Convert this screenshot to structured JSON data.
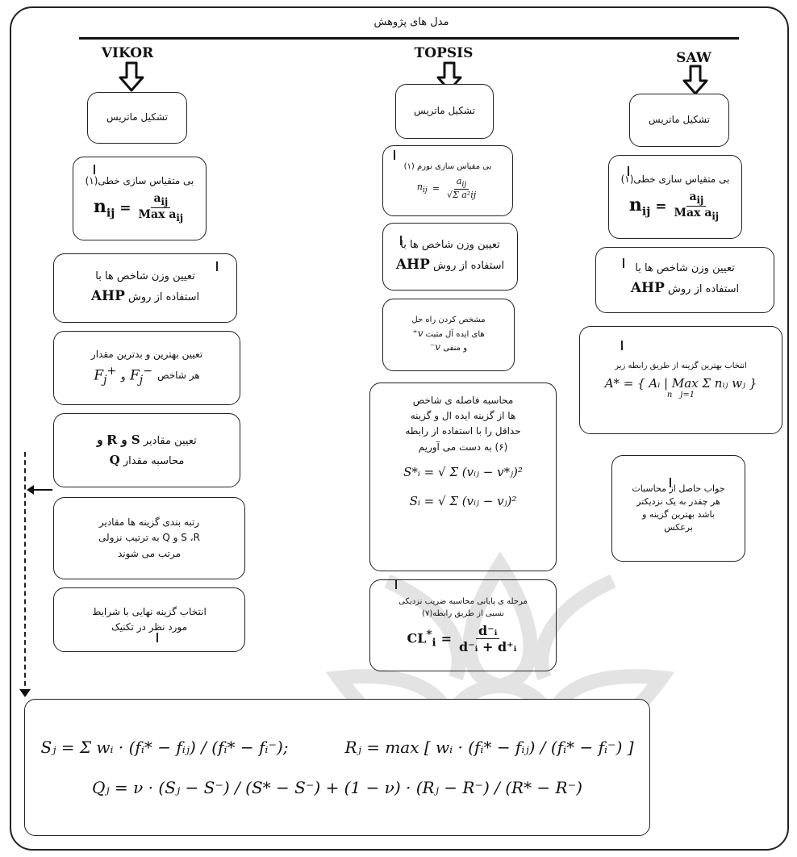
{
  "title": "مدل های پژوهش",
  "methods": {
    "vikor": "VIKOR",
    "topsis": "TOPSIS",
    "saw": "SAW"
  },
  "vikor": {
    "b1": "تشکیل ماتریس",
    "b2_text": "بی متقیاس سازی خطی(۱)",
    "b2_formula": {
      "lhs": "n",
      "lhs_sub": "ij",
      "eq": "=",
      "num": "a",
      "num_sub": "ij",
      "den": "Max a",
      "den_sub": "ij"
    },
    "b3_line1": "تعیین وزن شاخص ها با",
    "b3_line2a": "استفاده از  روش",
    "b3_line2b": "AHP",
    "b4_line1": "تعیین بهترین و بدترین مقدار",
    "b4_line2": "هر شاخص",
    "b4_formula": "F_j^+ و F_j^-",
    "b4_f1": "F",
    "b4_f1_sub": "j",
    "b4_f1_sup": "+",
    "b4_and": "و",
    "b4_f2": "F",
    "b4_f2_sub": "j",
    "b4_f2_sup": "−",
    "b5_line1a": "تعیین مقادیر",
    "b5_line1b": "S و R و",
    "b5_line2a": "محاسبه مقدار",
    "b5_line2b": "Q",
    "b6_line1": "رتبه بندی گزینه ها مقادیر",
    "b6_line2": "S ،R و Q به ترتیب نزولی",
    "b6_line3": "مرتب می شوند",
    "b7_line1": "انتخاب گزینه نهایی با شرایط",
    "b7_line2": "مورد نظر در تکنیک"
  },
  "topsis": {
    "b1": "تشکیل ماتریس",
    "b2_text": "بی مقیاس سازی نورم (۱)",
    "b2_formula": {
      "lhs": "n",
      "lhs_sub": "ij",
      "num": "a",
      "num_sub": "ij",
      "den": "√Σ a²ij"
    },
    "b3_line1": "تعیین وزن شاخص ها با",
    "b3_line2a": "استفاده از  روش",
    "b3_line2b": "AHP",
    "b4_line1": "مشخص کردن راه حل",
    "b4_line2": "های ایده آل مثبت",
    "b4_line3": "و منفی",
    "b4_vplus": "v⁺",
    "b4_vminus": "v⁻",
    "b5_line1": "محاسبه فاصله ی شاخص",
    "b5_line2": "ها از گزینه ایده ال و گزینه",
    "b5_line3": "حداقل را با استفاده از رابطه",
    "b5_line4": "(۶) به دست می آوریم",
    "b5_f1": "S*ᵢ = √ Σ (vᵢⱼ − v*ⱼ)²",
    "b5_f2": "Sᵢ = √ Σ (vᵢⱼ − vⱼ)²",
    "b6_line1": "مرحله ی پایانی محاسبه ضریب نزدیکی",
    "b6_line2": "نسبی از طریق رابطه(۷)",
    "b6_formula": {
      "lhs": "CL",
      "lhs_sup": "*",
      "lhs_sub": "i",
      "num": "d⁻ᵢ",
      "den": "d⁻ᵢ + d⁺ᵢ"
    }
  },
  "saw": {
    "b1": "تشکیل ماتریس",
    "b2_text": "بی متقیاس سازی خطی(۱)",
    "b2_formula": {
      "lhs": "n",
      "lhs_sub": "ij",
      "eq": "=",
      "num": "a",
      "num_sub": "ij",
      "den": "Max a",
      "den_sub": "ij"
    },
    "b3_line1": "تعیین وزن شاخص ها با",
    "b3_line2a": "استفاده از  روش",
    "b3_line2b": "AHP",
    "b4_line1": "انتخاب بهترین گزینه از طریق رابطه زیر",
    "b4_formula": "A* = { Aᵢ | Max Σ nᵢⱼ wⱼ }",
    "b4_sum_top": "n",
    "b4_sum_bottom": "j=1",
    "b5_line1": "جواب حاصل از محاسبات",
    "b5_line2": "هر چقدر به یک نزدیکتر",
    "b5_line3": "باشد بهترین گزینه و",
    "b5_line4": "برعکس"
  },
  "bottom": {
    "s_formula": "Sⱼ = Σ wᵢ · (fᵢ* − fᵢⱼ) / (fᵢ* − fᵢ⁻);",
    "r_formula": "Rⱼ = max [ wᵢ · (fᵢ* − fᵢⱼ) / (fᵢ* − fᵢ⁻) ]",
    "q_formula": "Qⱼ = ν · (Sⱼ − S⁻) / (S* − S⁻) + (1 − ν) · (Rⱼ − R⁻) / (R* − R⁻)"
  }
}
